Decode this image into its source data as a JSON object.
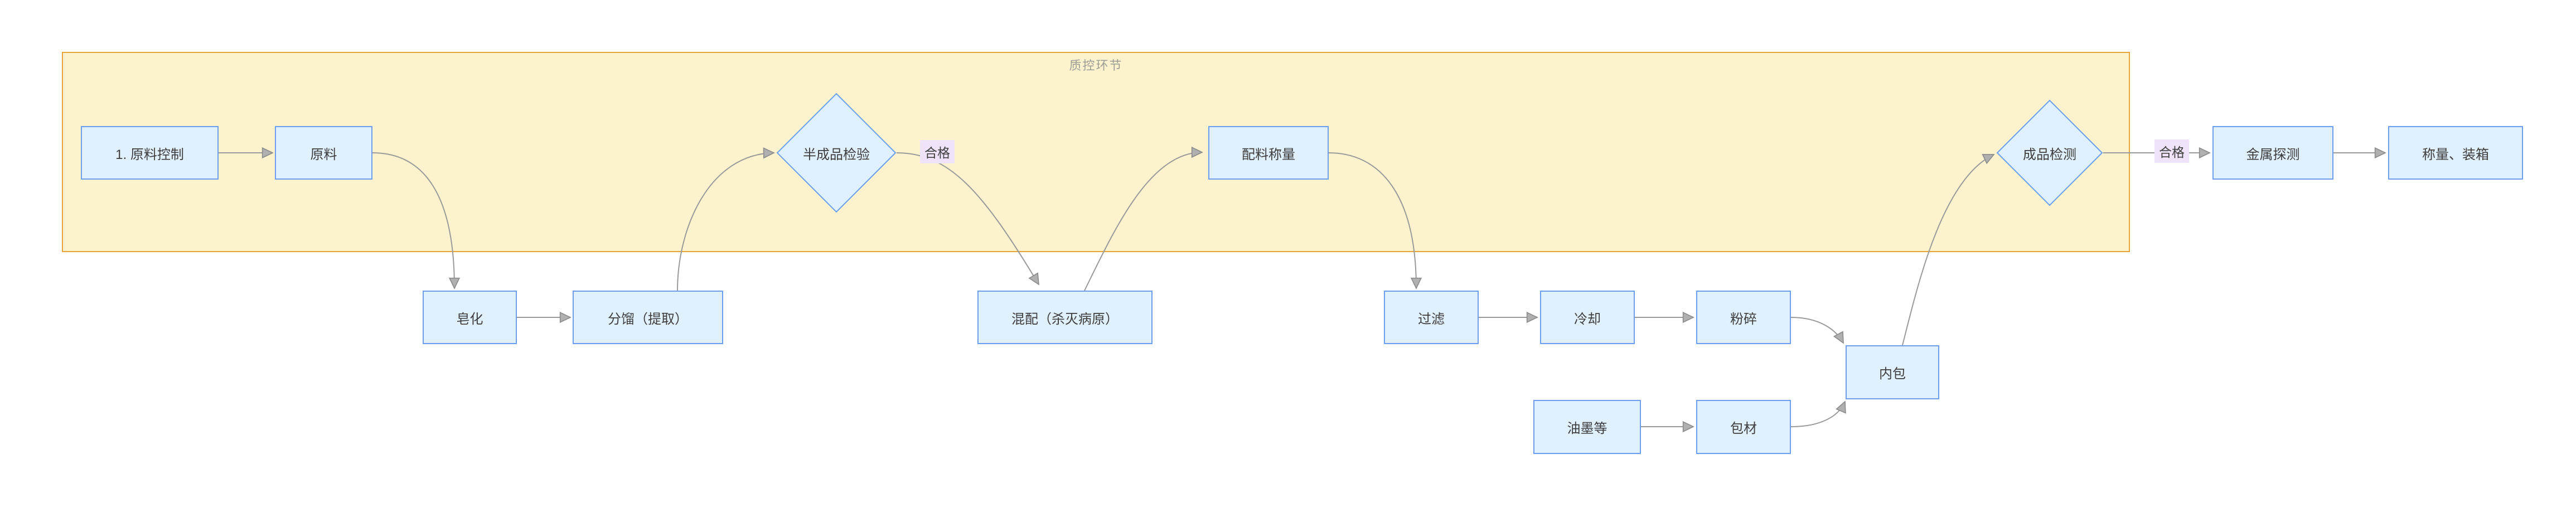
{
  "diagram": {
    "container_label": "质控环节",
    "nodes": {
      "raw_control": "1. 原料控制",
      "raw": "原料",
      "saponification": "皂化",
      "fractionation": "分馏（提取）",
      "semi_inspect": "半成品检验",
      "mixing": "混配（杀灭病原）",
      "weighing": "配料称量",
      "filter": "过滤",
      "cooling": "冷却",
      "crushing": "粉碎",
      "ink": "油墨等",
      "packaging_material": "包材",
      "inner_pack": "内包",
      "final_inspect": "成品检测",
      "metal_detect": "金属探测",
      "weigh_box": "称量、装箱"
    },
    "edge_labels": {
      "semi_qualified": "合格",
      "final_qualified": "合格"
    },
    "colors": {
      "node_fill": "#e0f1fd",
      "node_border": "#6d9eee",
      "container_fill": "#fcf2cd",
      "container_border": "#e7a33b",
      "edge": "#9a9a9a",
      "edge_label_bg": "#eee3f9",
      "text": "#3d3d3d"
    }
  }
}
